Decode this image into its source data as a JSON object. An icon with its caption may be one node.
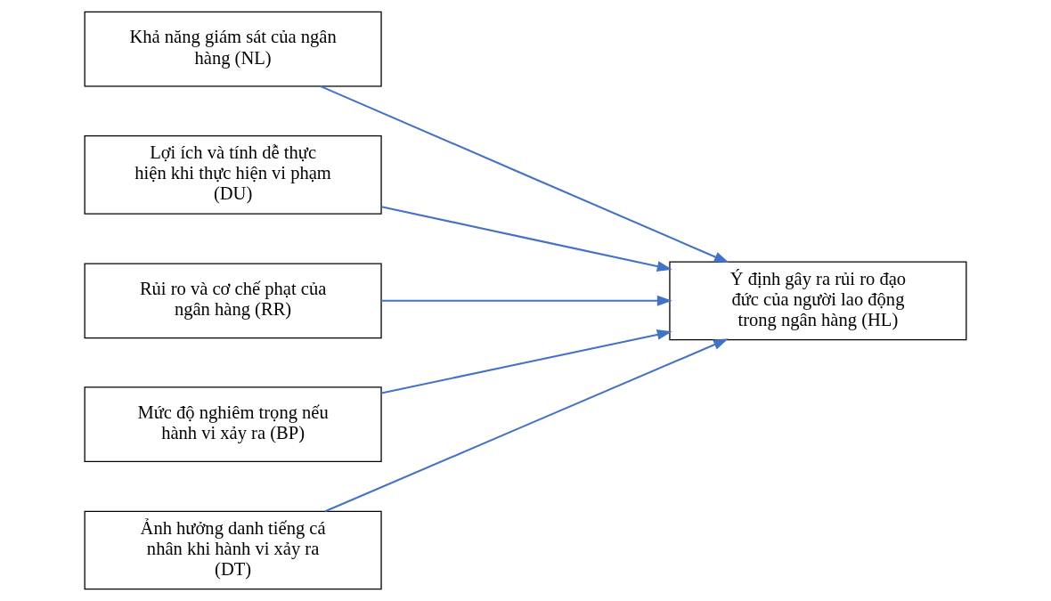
{
  "diagram": {
    "nodes": [
      {
        "text": [
          "Khả năng giám sát của ngân hàng (NL)"
        ]
      },
      {
        "text": [
          "Lợi ích và tính dễ thực hiện khi thực hiện vi phạm (DU)"
        ]
      },
      {
        "text": [
          "Rủi ro và cơ chế phạt của ngân hàng (RR)"
        ]
      },
      {
        "text": [
          "Mức độ nghiêm trọng nếu hành vi xảy ra (BP)"
        ]
      },
      {
        "text": [
          "Ảnh hưởng danh tiếng cá nhân khi hành vi xảy ra (DT)"
        ]
      },
      {
        "text": [
          "Ý định gây ra rủi ro đạo đức của người lao động trong ngân hàng (HL)"
        ]
      }
    ],
    "edges": [
      {
        "from": 0,
        "to": 5,
        "arrow": "to"
      },
      {
        "from": 1,
        "to": 5,
        "arrow": "to"
      },
      {
        "from": 2,
        "to": 5,
        "arrow": "to"
      },
      {
        "from": 3,
        "to": 5,
        "arrow": "to"
      },
      {
        "from": 4,
        "to": 5,
        "arrow": "to"
      }
    ]
  }
}
